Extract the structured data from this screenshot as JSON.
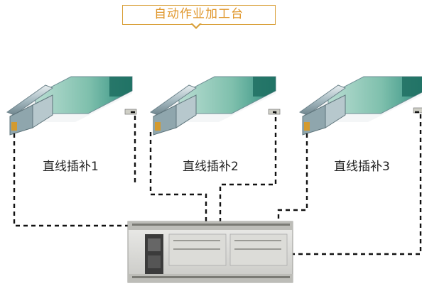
{
  "title": "自动作业加工台",
  "stations": [
    {
      "label": "直线插补1"
    },
    {
      "label": "直线插补2"
    },
    {
      "label": "直线插补3"
    }
  ],
  "colors": {
    "title_text": "#e0972c",
    "title_border": "#d9a03a",
    "wire": "#111111",
    "rail_body": "#9fb3ba",
    "rail_table": "#2f8e7f",
    "plc_body": "#d4d4d0"
  },
  "icons": [
    "linear-stage-icon",
    "plc-controller-icon"
  ]
}
